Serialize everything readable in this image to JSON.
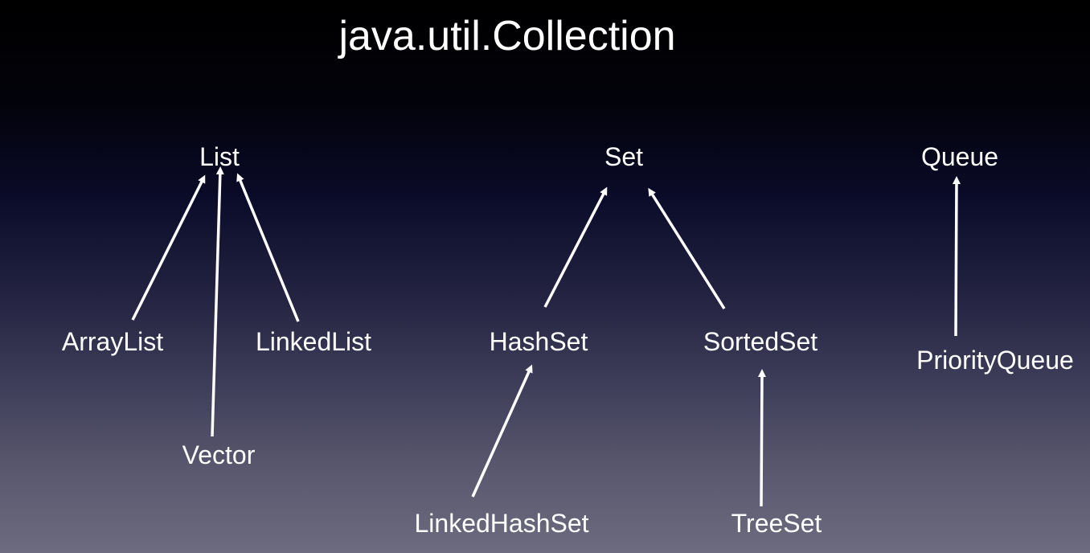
{
  "title": "java.util.Collection",
  "nodes": {
    "list": "List",
    "set": "Set",
    "queue": "Queue",
    "arraylist": "ArrayList",
    "vector": "Vector",
    "linkedlist": "LinkedList",
    "hashset": "HashSet",
    "sortedset": "SortedSet",
    "linkedhashset": "LinkedHashSet",
    "treeset": "TreeSet",
    "priorityqueue": "PriorityQueue"
  },
  "edges": [
    {
      "from": "ArrayList",
      "to": "List"
    },
    {
      "from": "Vector",
      "to": "List"
    },
    {
      "from": "LinkedList",
      "to": "List"
    },
    {
      "from": "HashSet",
      "to": "Set"
    },
    {
      "from": "SortedSet",
      "to": "Set"
    },
    {
      "from": "LinkedHashSet",
      "to": "HashSet"
    },
    {
      "from": "TreeSet",
      "to": "SortedSet"
    },
    {
      "from": "PriorityQueue",
      "to": "Queue"
    }
  ]
}
